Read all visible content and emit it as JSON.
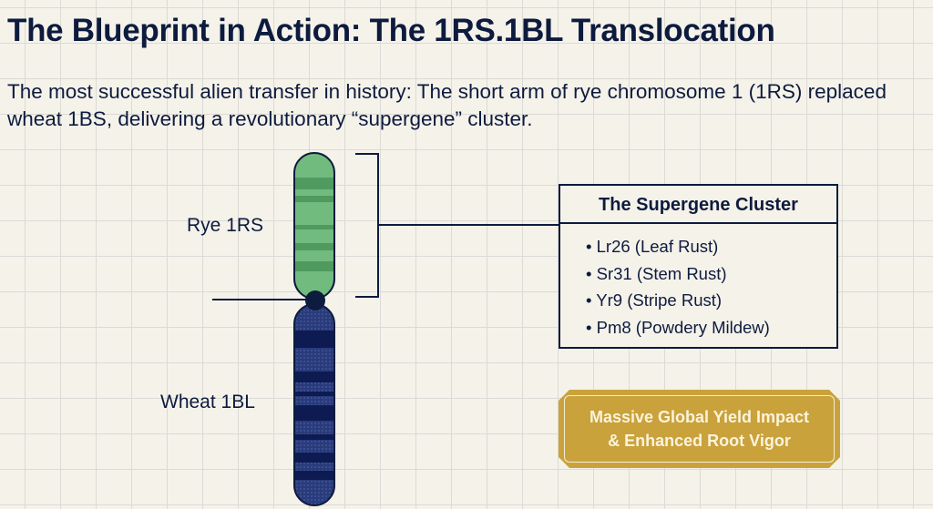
{
  "title": "The Blueprint in Action: The 1RS.1BL Translocation",
  "subtitle": "The most successful alien transfer in history: The short arm of rye chromosome 1 (1RS) replaced wheat 1BS, delivering a revolutionary “supergene” cluster.",
  "labels": {
    "rye": "Rye 1RS",
    "wheat": "Wheat 1BL"
  },
  "cluster": {
    "heading": "The Supergene Cluster",
    "items": [
      "Lr26 (Leaf Rust)",
      "Sr31 (Stem Rust)",
      "Yr9 (Stripe Rust)",
      "Pm8 (Powdery Mildew)"
    ]
  },
  "impact": {
    "line1": "Massive Global Yield Impact",
    "line2": "& Enhanced Root Vigor"
  },
  "colors": {
    "rye": "#72bb7e",
    "wheat": "#2a3b7a",
    "accent": "#c9a23c",
    "ink": "#0d1b3e"
  }
}
